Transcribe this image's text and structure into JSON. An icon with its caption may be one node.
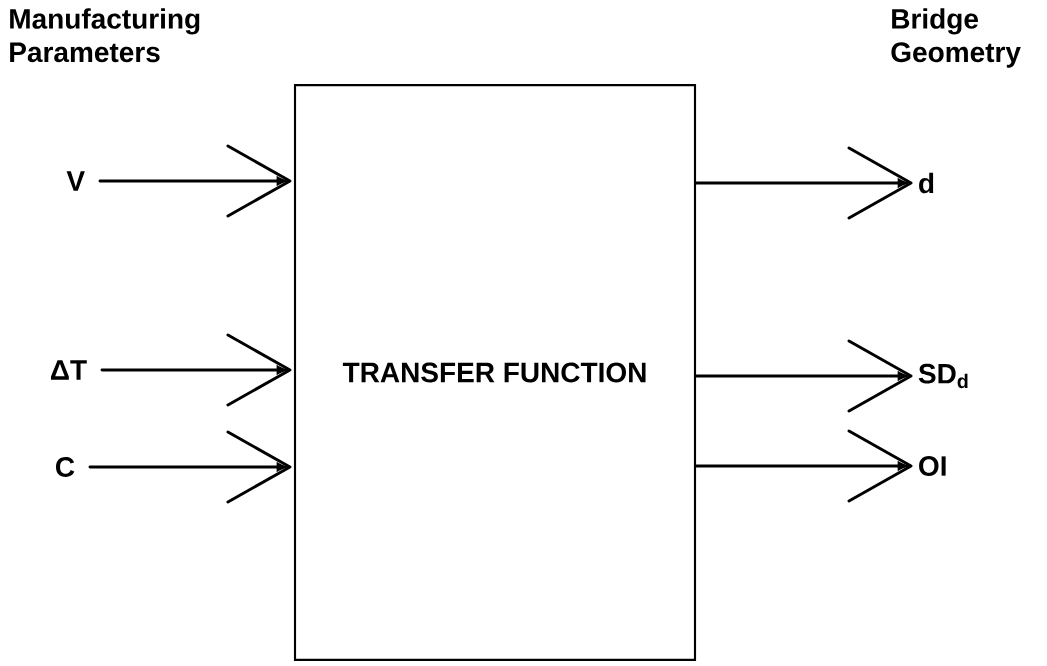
{
  "diagram": {
    "nodes": [
      {
        "text": [
          "TRANSFER FUNCTION"
        ]
      },
      {
        "text": [
          "V"
        ]
      },
      {
        "text": [
          "ΔT"
        ]
      },
      {
        "text": [
          "C"
        ]
      },
      {
        "text": [
          "d"
        ]
      },
      {
        "text": [
          "SD$_{d}$"
        ]
      },
      {
        "text": [
          "OI"
        ]
      }
    ],
    "edges": [
      {
        "from": 1,
        "to": 0,
        "arrow": "to"
      },
      {
        "from": 2,
        "to": 0,
        "arrow": "to"
      },
      {
        "from": 3,
        "to": 0,
        "arrow": "to"
      },
      {
        "from": 0,
        "to": 4,
        "arrow": "to"
      },
      {
        "from": 0,
        "to": 5,
        "arrow": "to"
      },
      {
        "from": 0,
        "to": 6,
        "arrow": "to"
      }
    ],
    "labels": [
      "Manufacturing Parameters",
      "Bridge Geometry"
    ]
  }
}
